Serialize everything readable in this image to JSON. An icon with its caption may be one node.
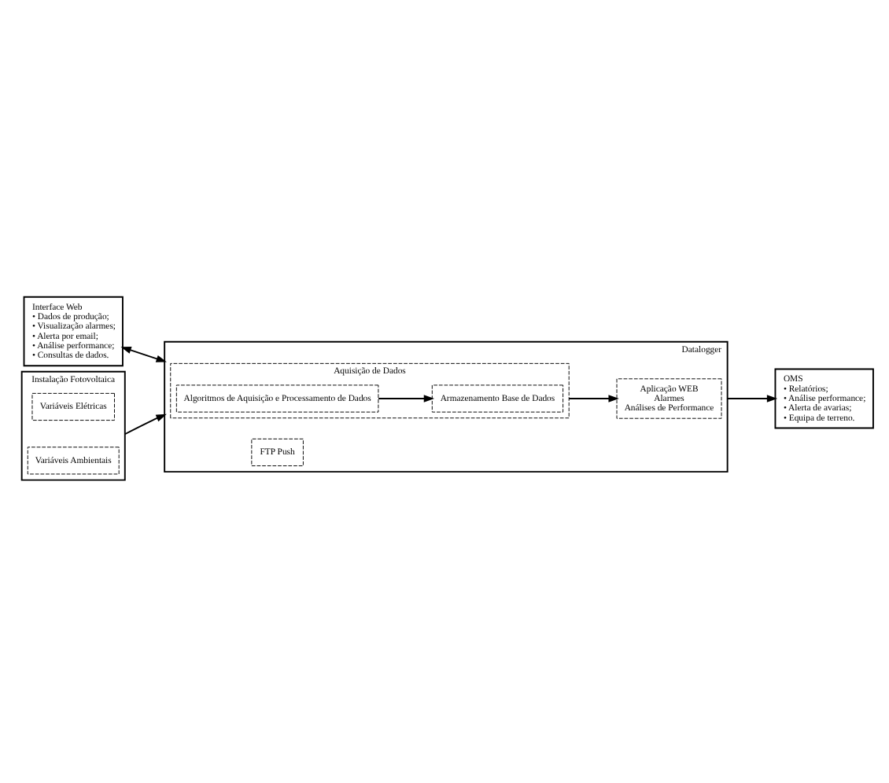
{
  "diagram": {
    "nodes": [
      {
        "text": [
          "Interface Web",
          "• Dados de produção;",
          "• Visualização alarmes;",
          "• Alerta por email;",
          "• Análise performance;",
          "• Consultas de dados."
        ]
      },
      {
        "text": [
          "OMS",
          "• Relatórios;",
          "• Análise performance;",
          "• Alerta de avarias;",
          "• Equipa de terreno."
        ]
      },
      {
        "text": [
          "Instalação Fotovoltaica"
        ]
      },
      {
        "text": [
          "Variáveis Elétricas"
        ],
        "in": 2
      },
      {
        "text": [
          "Variáveis Ambientais"
        ],
        "in": 2
      },
      {
        "text": [
          "Datalogger"
        ]
      },
      {
        "text": [
          "Aquisição de Dados"
        ],
        "in": 5
      },
      {
        "text": [
          "Algoritmos de Aquisição e Processamento de Dados"
        ],
        "in": 6
      },
      {
        "text": [
          "Armazenamento Base de Dados"
        ],
        "in": 6
      },
      {
        "text": [
          "FTP Push"
        ],
        "in": 5
      },
      {
        "text": [
          "Aplicação WEB",
          "Alarmes",
          "Análises de Performance"
        ],
        "in": 5
      }
    ],
    "edges": [
      {
        "from": 0,
        "to": 5,
        "arrow": "both"
      },
      {
        "from": 5,
        "to": 1,
        "arrow": "to"
      },
      {
        "from": 2,
        "to": 5,
        "arrow": "to"
      },
      {
        "from": 7,
        "to": 8,
        "arrow": "to"
      },
      {
        "from": 6,
        "to": 10,
        "arrow": "to"
      }
    ]
  }
}
